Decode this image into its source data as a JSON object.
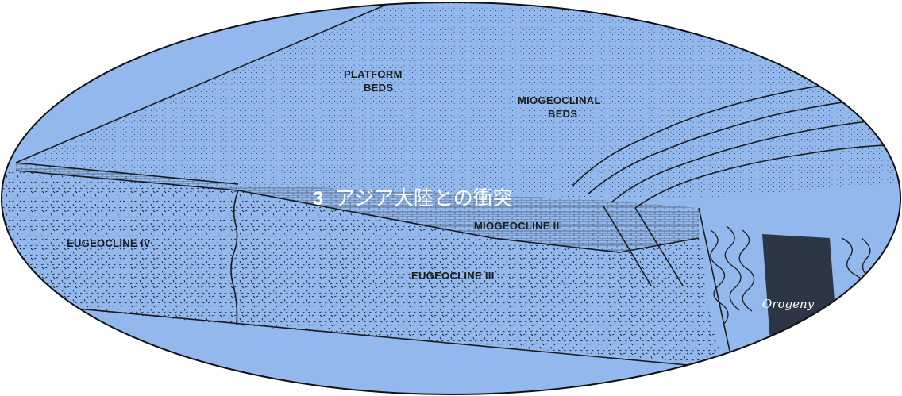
{
  "title": {
    "number": "3",
    "text": "アジア大陸との衝突"
  },
  "labels": {
    "platform_beds_line1": "PLATFORM",
    "platform_beds_line2": "BEDS",
    "miogeoclinal_line1": "MIOGEOCLINAL",
    "miogeoclinal_line2": "BEDS",
    "miogeocline_2": "MIOGEOCLINE II",
    "eugeocline_3": "EUGEOCLINE III",
    "eugeocline_4": "EUGEOCLINE IV"
  },
  "watermark": "Orogeny",
  "colors": {
    "background": "#ffffff",
    "fill": "#92b8ee",
    "ink": "#1b1b1b",
    "dark_block": "#2d3644"
  }
}
